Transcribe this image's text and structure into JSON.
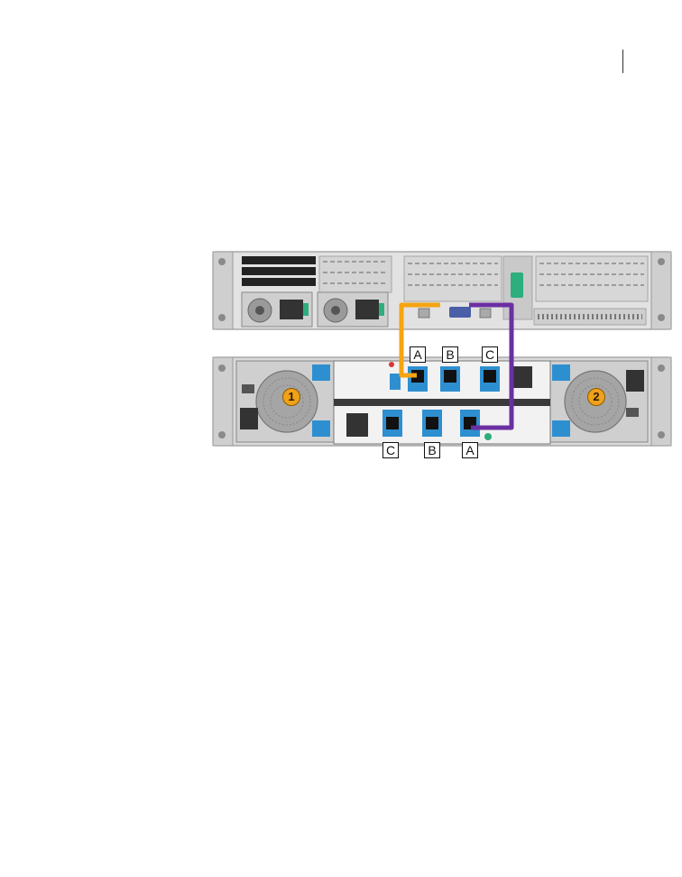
{
  "controller_labels": {
    "top": [
      "A",
      "B",
      "C"
    ],
    "bottom": [
      "C",
      "B",
      "A"
    ]
  },
  "psu_labels": [
    "1",
    "2"
  ],
  "cables": [
    {
      "name": "orange-cable",
      "color": "#f5a412"
    },
    {
      "name": "purple-cable",
      "color": "#6b2fa2"
    }
  ],
  "colors": {
    "chassis": "#dcdcdc",
    "port_blue": "#2e8fd0",
    "bracket_green": "#2cae7d"
  }
}
